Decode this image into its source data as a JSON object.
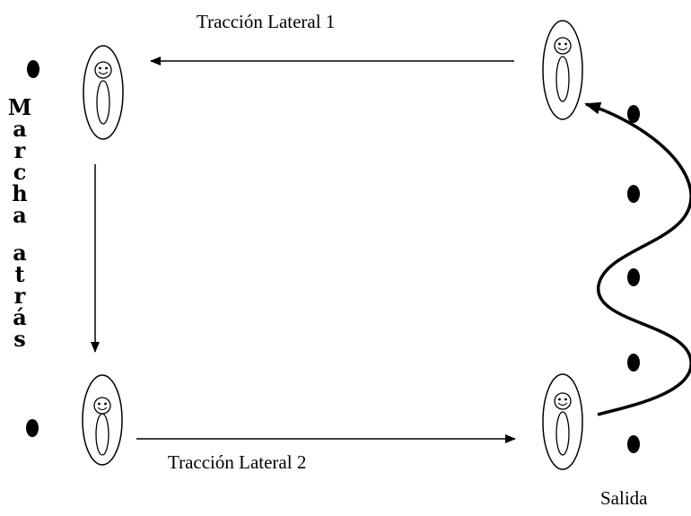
{
  "labels": {
    "traccion_lateral_1": "Tracción Lateral 1",
    "traccion_lateral_2": "Tracción Lateral 2",
    "salida": "Salida",
    "marcha_atras": [
      "M",
      "a",
      "r",
      "c",
      "h",
      "a",
      "",
      "a",
      "t",
      "r",
      "á",
      "s"
    ]
  },
  "colors": {
    "ink": "#000000",
    "background": "#ffffff"
  }
}
